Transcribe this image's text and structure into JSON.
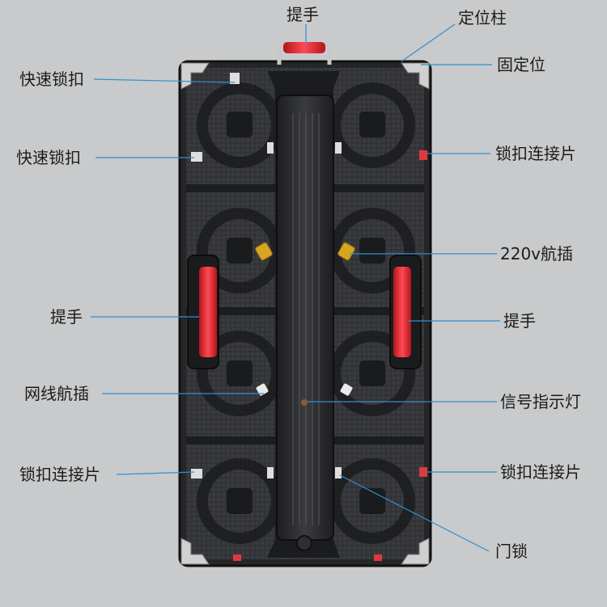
{
  "labels": {
    "top_handle": "提手",
    "positioning_pin": "定位柱",
    "fixed_position": "固定位",
    "quick_lock_top": "快速锁扣",
    "quick_lock_mid": "快速锁扣",
    "lock_connector_right_top": "锁扣连接片",
    "power_socket": "220v航插",
    "handle_left": "提手",
    "handle_right": "提手",
    "network_socket": "网线航插",
    "signal_indicator": "信号指示灯",
    "lock_connector_left_bottom": "锁扣连接片",
    "lock_connector_right_bottom": "锁扣连接片",
    "door_lock": "门锁"
  },
  "colors": {
    "background": "#c9cacb",
    "cabinet": "#2a2b2d",
    "handle_red": "#e8262f",
    "leader_line": "#2f8fd0"
  }
}
